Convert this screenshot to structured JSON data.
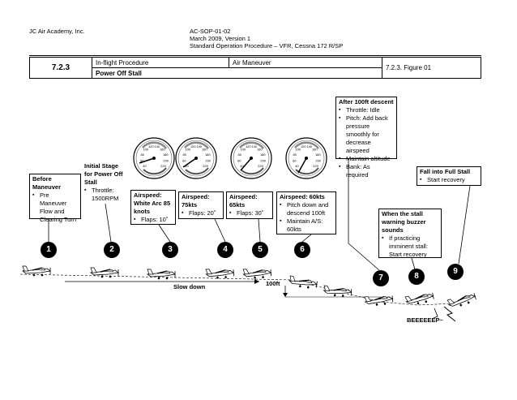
{
  "header": {
    "org": "JC Air Academy, Inc.",
    "doc_id": "AC-SOP-01-02",
    "date_version": "March 2009, Version 1",
    "title": "Standard Operation Procedure – VFR, Cessna 172 R/SP"
  },
  "procedure": {
    "number": "7.2.3",
    "category": "In-flight Procedure",
    "type": "Air Maneuver",
    "name": "Power Off Stall",
    "figure": "7.2.3. Figure 01"
  },
  "steps": [
    {
      "n": "1",
      "title": "Before Maneuver",
      "items": [
        "Pre Maneuver Flow and Clearing Turn"
      ]
    },
    {
      "n": "2",
      "title": "Initial Stage for Power Off Stall",
      "items": [
        "Throttle: 1500RPM"
      ]
    },
    {
      "n": "3",
      "title": "Airspeed: White Arc 85 knots",
      "items": [
        "Flaps: 10˚"
      ]
    },
    {
      "n": "4",
      "title": "Airspeed: 75kts",
      "items": [
        "Flaps: 20˚"
      ]
    },
    {
      "n": "5",
      "title": "Airspeed: 65kts",
      "items": [
        "Flaps: 30˚"
      ]
    },
    {
      "n": "6",
      "title": "Airspeed: 60kts",
      "items": [
        "Pitch down and descend 100ft",
        "Maintain A/S: 60kts"
      ]
    },
    {
      "n": "7",
      "title": "After 100ft descent",
      "items": [
        "Throttle: Idle",
        "Pitch: Add back pressure smoothly for decrease airspeed",
        "Maintain altitude",
        "Bank: As required"
      ]
    },
    {
      "n": "8",
      "title": "When the stall warning buzzer sounds",
      "items": [
        "If practicing imminent stall: Start recovery"
      ]
    },
    {
      "n": "9",
      "title": "Fall into Full Stall",
      "items": [
        "Start recovery"
      ]
    }
  ],
  "labels": {
    "slow_down": "Slow down",
    "descent": "100ft",
    "buzzer": "BEEEEEEP~"
  },
  "gauge_ticks": [
    "40",
    "60",
    "80",
    "100",
    "120",
    "140",
    "160",
    "180",
    "200",
    "220"
  ]
}
